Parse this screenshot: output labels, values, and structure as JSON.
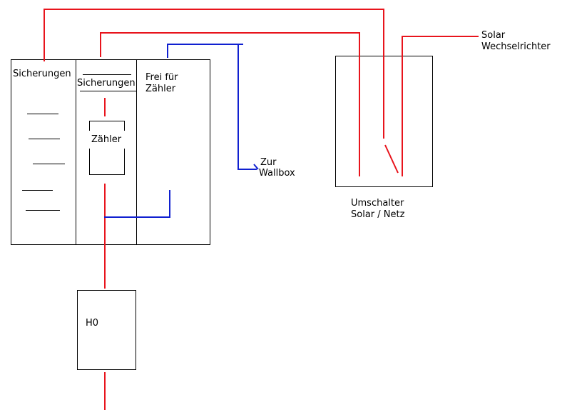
{
  "labels": {
    "sicherungen_left": "Sicherungen",
    "sicherungen_middle": "Sicherungen",
    "frei_fuer_line1": "Frei für",
    "frei_fuer_line2": "Zähler",
    "zaehler": "Zähler",
    "h0": "H0",
    "zur": "Zur",
    "wallbox": "Wallbox",
    "umschalter_line1": "Umschalter",
    "umschalter_line2": "Solar / Netz",
    "solar_line1": "Solar",
    "solar_line2": "Wechselrichter"
  },
  "colors": {
    "phase_wire": "#e8141c",
    "wallbox_wire": "#1020d0",
    "outline": "#000000"
  }
}
